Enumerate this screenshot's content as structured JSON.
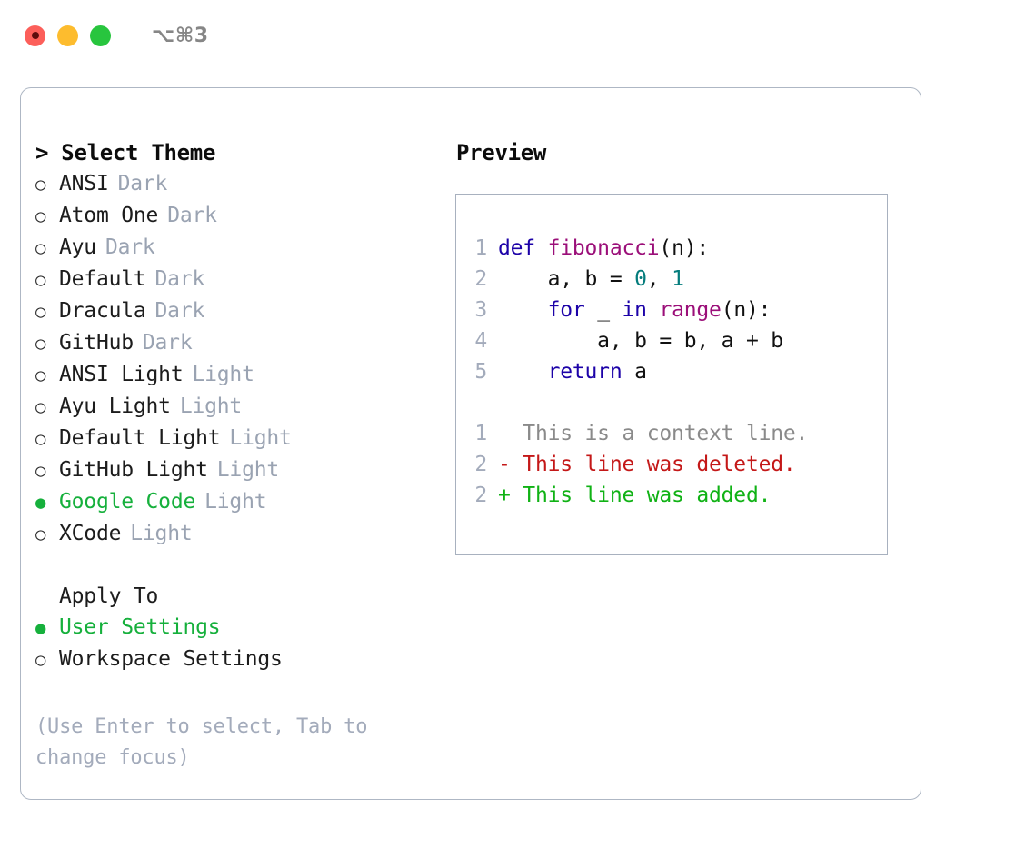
{
  "titlebar": {
    "shortcut": "⌥⌘3",
    "lights": [
      {
        "name": "close",
        "color": "#fc5f5a"
      },
      {
        "name": "minimize",
        "color": "#fdbc2e"
      },
      {
        "name": "maximize",
        "color": "#28c53e"
      }
    ]
  },
  "theme_panel": {
    "header": "> Select Theme",
    "bullet_selected": "●",
    "bullet_unselected": "○",
    "items": [
      {
        "label": "ANSI",
        "tag": "Dark",
        "selected": false
      },
      {
        "label": "Atom One",
        "tag": "Dark",
        "selected": false
      },
      {
        "label": "Ayu",
        "tag": "Dark",
        "selected": false
      },
      {
        "label": "Default",
        "tag": "Dark",
        "selected": false
      },
      {
        "label": "Dracula",
        "tag": "Dark",
        "selected": false
      },
      {
        "label": "GitHub",
        "tag": "Dark",
        "selected": false
      },
      {
        "label": "ANSI Light",
        "tag": "Light",
        "selected": false
      },
      {
        "label": "Ayu Light",
        "tag": "Light",
        "selected": false
      },
      {
        "label": "Default Light",
        "tag": "Light",
        "selected": false
      },
      {
        "label": "GitHub Light",
        "tag": "Light",
        "selected": false
      },
      {
        "label": "Google Code",
        "tag": "Light",
        "selected": true
      },
      {
        "label": "XCode",
        "tag": "Light",
        "selected": false
      }
    ]
  },
  "apply_to": {
    "header": "Apply To",
    "items": [
      {
        "label": "User Settings",
        "selected": true
      },
      {
        "label": "Workspace Settings",
        "selected": false
      }
    ]
  },
  "hint": "(Use Enter to select, Tab to change focus)",
  "preview": {
    "header": "Preview",
    "code_lines": [
      {
        "ln": "1",
        "tokens": [
          {
            "t": "def ",
            "c": "kw"
          },
          {
            "t": "fibonacci",
            "c": "fn"
          },
          {
            "t": "(n):",
            "c": "plain"
          }
        ]
      },
      {
        "ln": "2",
        "tokens": [
          {
            "t": "    a, b = ",
            "c": "plain"
          },
          {
            "t": "0",
            "c": "num"
          },
          {
            "t": ", ",
            "c": "plain"
          },
          {
            "t": "1",
            "c": "num"
          }
        ]
      },
      {
        "ln": "3",
        "tokens": [
          {
            "t": "    ",
            "c": "plain"
          },
          {
            "t": "for",
            "c": "kw"
          },
          {
            "t": " _ ",
            "c": "plain"
          },
          {
            "t": "in",
            "c": "kw"
          },
          {
            "t": " ",
            "c": "plain"
          },
          {
            "t": "range",
            "c": "fn"
          },
          {
            "t": "(n):",
            "c": "plain"
          }
        ]
      },
      {
        "ln": "4",
        "tokens": [
          {
            "t": "        a, b = b, a + b",
            "c": "plain"
          }
        ]
      },
      {
        "ln": "5",
        "tokens": [
          {
            "t": "    ",
            "c": "plain"
          },
          {
            "t": "return",
            "c": "kw"
          },
          {
            "t": " a",
            "c": "plain"
          }
        ]
      }
    ],
    "diff_lines": [
      {
        "ln": "1",
        "marker": " ",
        "text": " This is a context line.",
        "kind": "ctx"
      },
      {
        "ln": "2",
        "marker": "-",
        "text": " This line was deleted.",
        "kind": "del"
      },
      {
        "ln": "2",
        "marker": "+",
        "text": " This line was added.",
        "kind": "add"
      }
    ]
  },
  "colors": {
    "accent_green": "#16b03c",
    "keyword": "#1c02a8",
    "function": "#9b0f79",
    "number": "#047c7c",
    "muted": "#9aa3b2",
    "diff_delete": "#c41818",
    "diff_add": "#10b215",
    "border": "#aeb7c4"
  }
}
